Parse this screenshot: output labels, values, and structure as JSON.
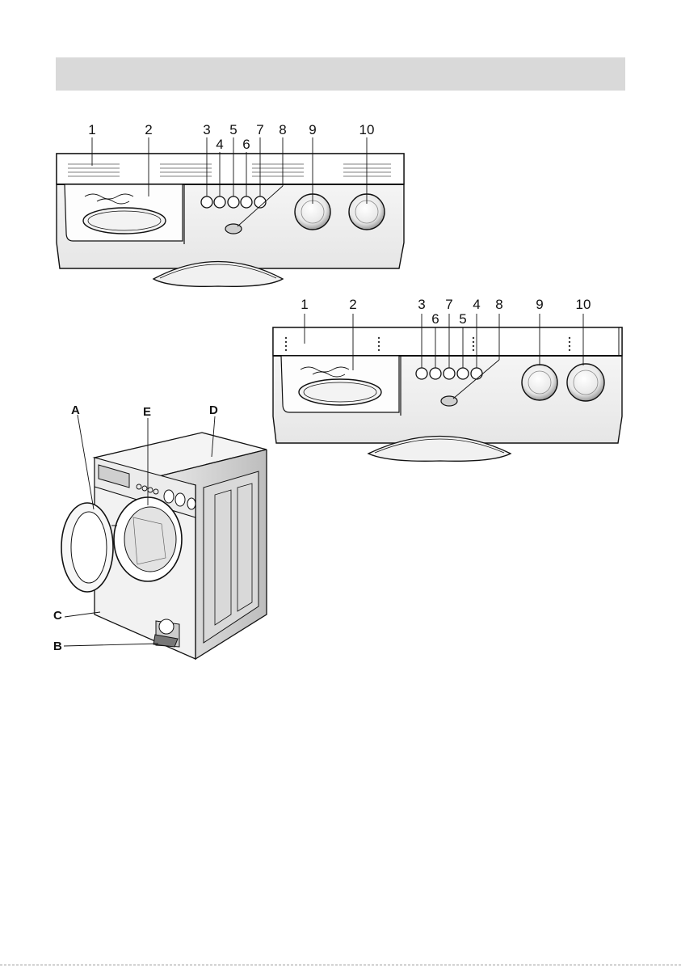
{
  "panel_top": {
    "callouts": [
      "1",
      "2",
      "3",
      "4",
      "5",
      "6",
      "7",
      "8",
      "9",
      "10"
    ]
  },
  "panel_bottom": {
    "callouts": [
      "1",
      "2",
      "3",
      "6",
      "7",
      "5",
      "4",
      "8",
      "9",
      "10"
    ]
  },
  "machine": {
    "parts": [
      "A",
      "E",
      "D",
      "C",
      "B"
    ]
  }
}
